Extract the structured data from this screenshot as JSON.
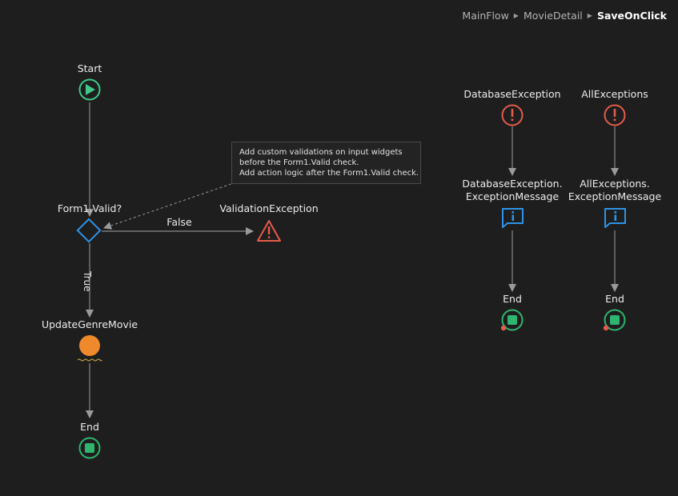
{
  "breadcrumb": {
    "items": [
      "MainFlow",
      "MovieDetail"
    ],
    "current": "SaveOnClick"
  },
  "flow": {
    "start_label": "Start",
    "if_label": "Form1.Valid?",
    "false_label": "False",
    "true_label": "True",
    "validation_exception_label": "ValidationException",
    "action_label": "UpdateGenreMovie",
    "end_label": "End",
    "note_lines": [
      "Add custom validations on input widgets",
      "before the Form1.Valid check.",
      "Add action logic after the Form1.Valid check."
    ]
  },
  "handlers": [
    {
      "exception_label": "DatabaseException",
      "message_line1": "DatabaseException.",
      "message_line2": "ExceptionMessage",
      "end_label": "End"
    },
    {
      "exception_label": "AllExceptions",
      "message_line1": "AllExceptions.",
      "message_line2": "ExceptionMessage",
      "end_label": "End"
    }
  ],
  "colors": {
    "background": "#1e1e1e",
    "start_green": "#3ec98a",
    "end_green": "#2fb56f",
    "exception_red": "#e55b4b",
    "message_blue": "#2e93e6",
    "if_blue": "#2e93e6",
    "action_orange": "#ef8a2c",
    "connector": "#8a8a8a"
  },
  "icons": {
    "start": "play-icon",
    "end": "stop-icon",
    "exception": "exclamation-icon",
    "raise": "warning-triangle-icon",
    "message": "info-message-icon",
    "if": "diamond-icon",
    "action": "orange-circle-icon"
  }
}
